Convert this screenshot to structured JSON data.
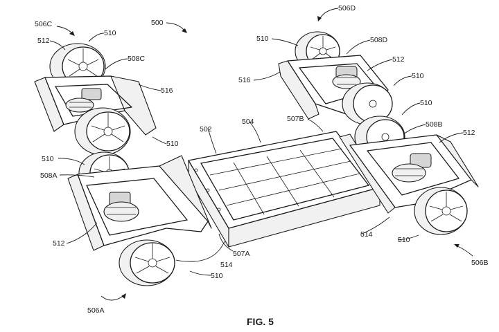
{
  "figure": {
    "caption": "FIG. 5"
  },
  "labels": {
    "l500": "500",
    "l502": "502",
    "l504": "504",
    "l507A": "507A",
    "l507B": "507B",
    "l506A": "506A",
    "l506B": "506B",
    "l506C": "506C",
    "l506D": "506D",
    "l508A": "508A",
    "l508B": "508B",
    "l508C": "508C",
    "l508D": "508D",
    "l510_c_top": "510",
    "l510_d_top": "510",
    "l510_d_right": "510",
    "l510_b_upper": "510",
    "l510_c_bottom": "510",
    "l510_a_upper": "510",
    "l510_a_bottom": "510",
    "l510_b_bottom": "510",
    "l512_c": "512",
    "l512_d": "512",
    "l512_b": "512",
    "l512_a": "512",
    "l514_a": "514",
    "l514_b": "514",
    "l516_c": "516",
    "l516_d": "516"
  }
}
